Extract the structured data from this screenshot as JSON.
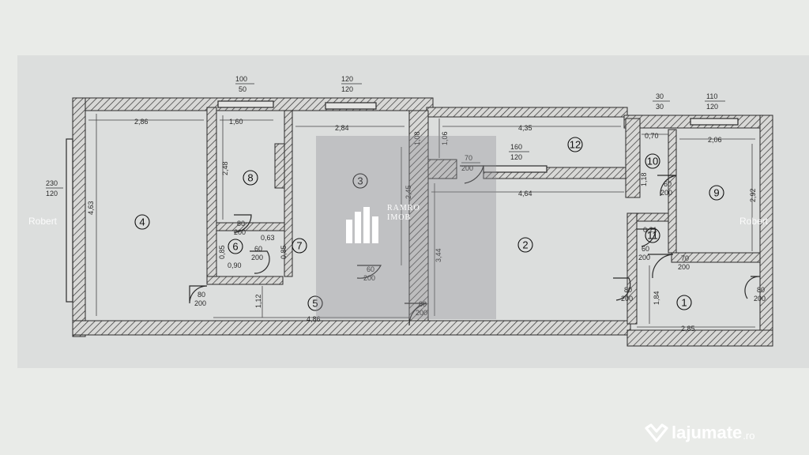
{
  "watermark": {
    "left": "Robert",
    "right": "Robert",
    "center_line1": "RAMRO",
    "center_line2": "IMOB"
  },
  "logo": {
    "name": "lajumate",
    "tld": ".ro"
  },
  "rooms": [
    "1",
    "2",
    "3",
    "4",
    "5",
    "6",
    "7",
    "8",
    "9",
    "10",
    "11",
    "12"
  ],
  "dimensions": {
    "d_100_50": [
      "100",
      "50"
    ],
    "d_120_120_top": [
      "120",
      "120"
    ],
    "d_30_30": [
      "30",
      "30"
    ],
    "d_110_120": [
      "110",
      "120"
    ],
    "d_230_120": [
      "230",
      "120"
    ],
    "d_70_200_c": [
      "70",
      "200"
    ],
    "d_160_120": [
      "160",
      "120"
    ],
    "w_286": "2,86",
    "w_160": "1,60",
    "w_284": "2,84",
    "w_435": "4,35",
    "w_070": "0,70",
    "w_206": "2,06",
    "w_464": "4,64",
    "w_486": "4,86",
    "w_285": "2,85",
    "w_063": "0,63",
    "w_090": "0,90",
    "w_021": "0,21",
    "h_463": "4,63",
    "h_248": "2,48",
    "h_245": "2,45",
    "h_344": "3,44",
    "h_108": "1,08",
    "h_106": "1,06",
    "h_292": "2,92",
    "h_184": "1,84",
    "h_112": "1,12",
    "h_085a": "0,85",
    "h_085b": "0,85",
    "h_118": "1,18",
    "door_80_200": [
      "80",
      "200"
    ],
    "door_60_200": [
      "60",
      "200"
    ],
    "door_70_200": [
      "70",
      "200"
    ]
  }
}
